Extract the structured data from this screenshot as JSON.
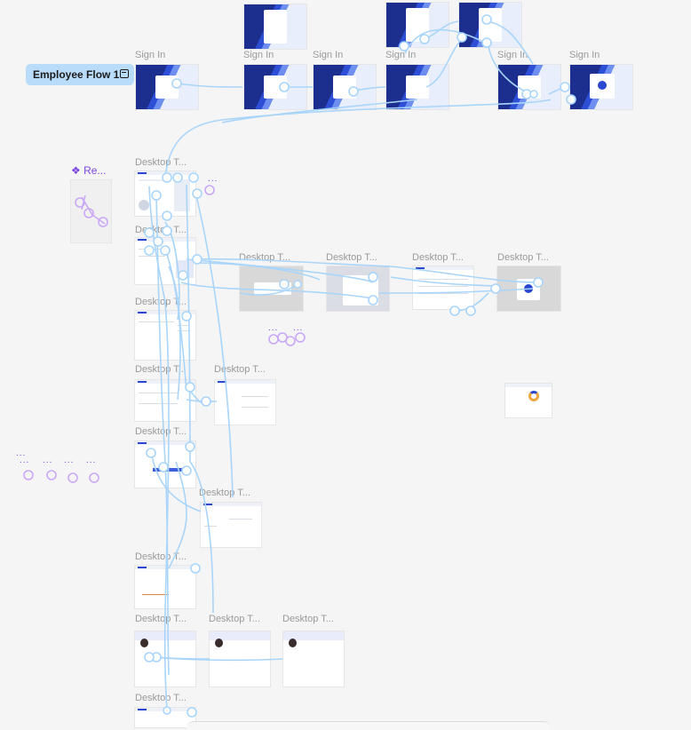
{
  "flow": {
    "name": "Employee Flow 1"
  },
  "component": {
    "label": "❖ Re..."
  },
  "frames": {
    "sign_in": "Sign In",
    "desktop": "Desktop T..."
  },
  "dots": "...",
  "colors": {
    "canvas": "#f5f5f5",
    "connector": "#a9d5fb",
    "flow_pill": "#b9dcfb",
    "brand_blue": "#2a47d1",
    "component_purple": "#7b43e0"
  },
  "icons": {
    "flow_start": "flow-start-icon",
    "component": "component-icon"
  }
}
